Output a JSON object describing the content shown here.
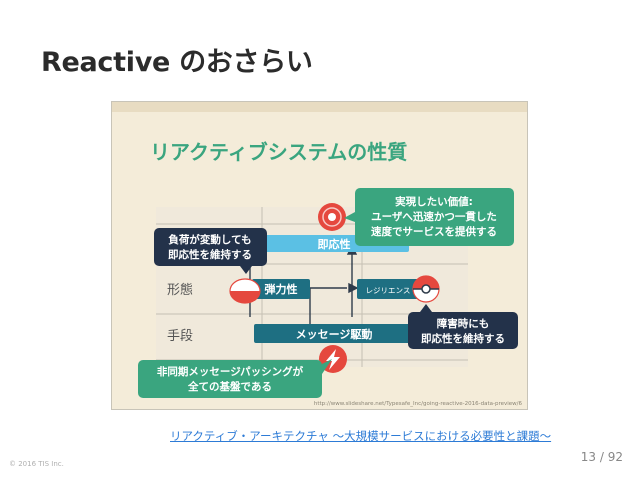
{
  "slide": {
    "title": "Reactive のおさらい",
    "link_text": "リアクティブ・アーキテクチャ 〜大規模サービスにおける必要性と課題〜",
    "page_current": "13",
    "page_separator": "/",
    "page_total": "92",
    "copyright": "© 2016 TIS Inc."
  },
  "figure": {
    "heading": "リアクティブシステムの性質",
    "row_label_form": "形態",
    "row_label_means": "手段",
    "box_responsive": "即応性",
    "box_elastic": "弾力性",
    "box_resilient": "レジリエンス",
    "box_message": "メッセージ駆動",
    "callout_value": [
      "実現したい価値:",
      "ユーザへ迅速かつ一貫した",
      "速度でサービスを提供する"
    ],
    "callout_load": [
      "負荷が変動しても",
      "即応性を維持する"
    ],
    "callout_failure": [
      "障害時にも",
      "即応性を維持する"
    ],
    "callout_async": [
      "非同期メッセージパッシングが",
      "全ての基盤である"
    ],
    "source_url": "http://www.slideshare.net/Typesafe_Inc/going-reactive-2016-data-preview/6"
  },
  "colors": {
    "title": "#2b2b2b",
    "link": "#2d7bd6",
    "figure_bg": "#f4ecd9",
    "teal": "#3aa57f",
    "light_blue": "#5bc0e4",
    "dark_teal": "#1e6f82",
    "navy": "#23324a",
    "red": "#e5483e"
  }
}
